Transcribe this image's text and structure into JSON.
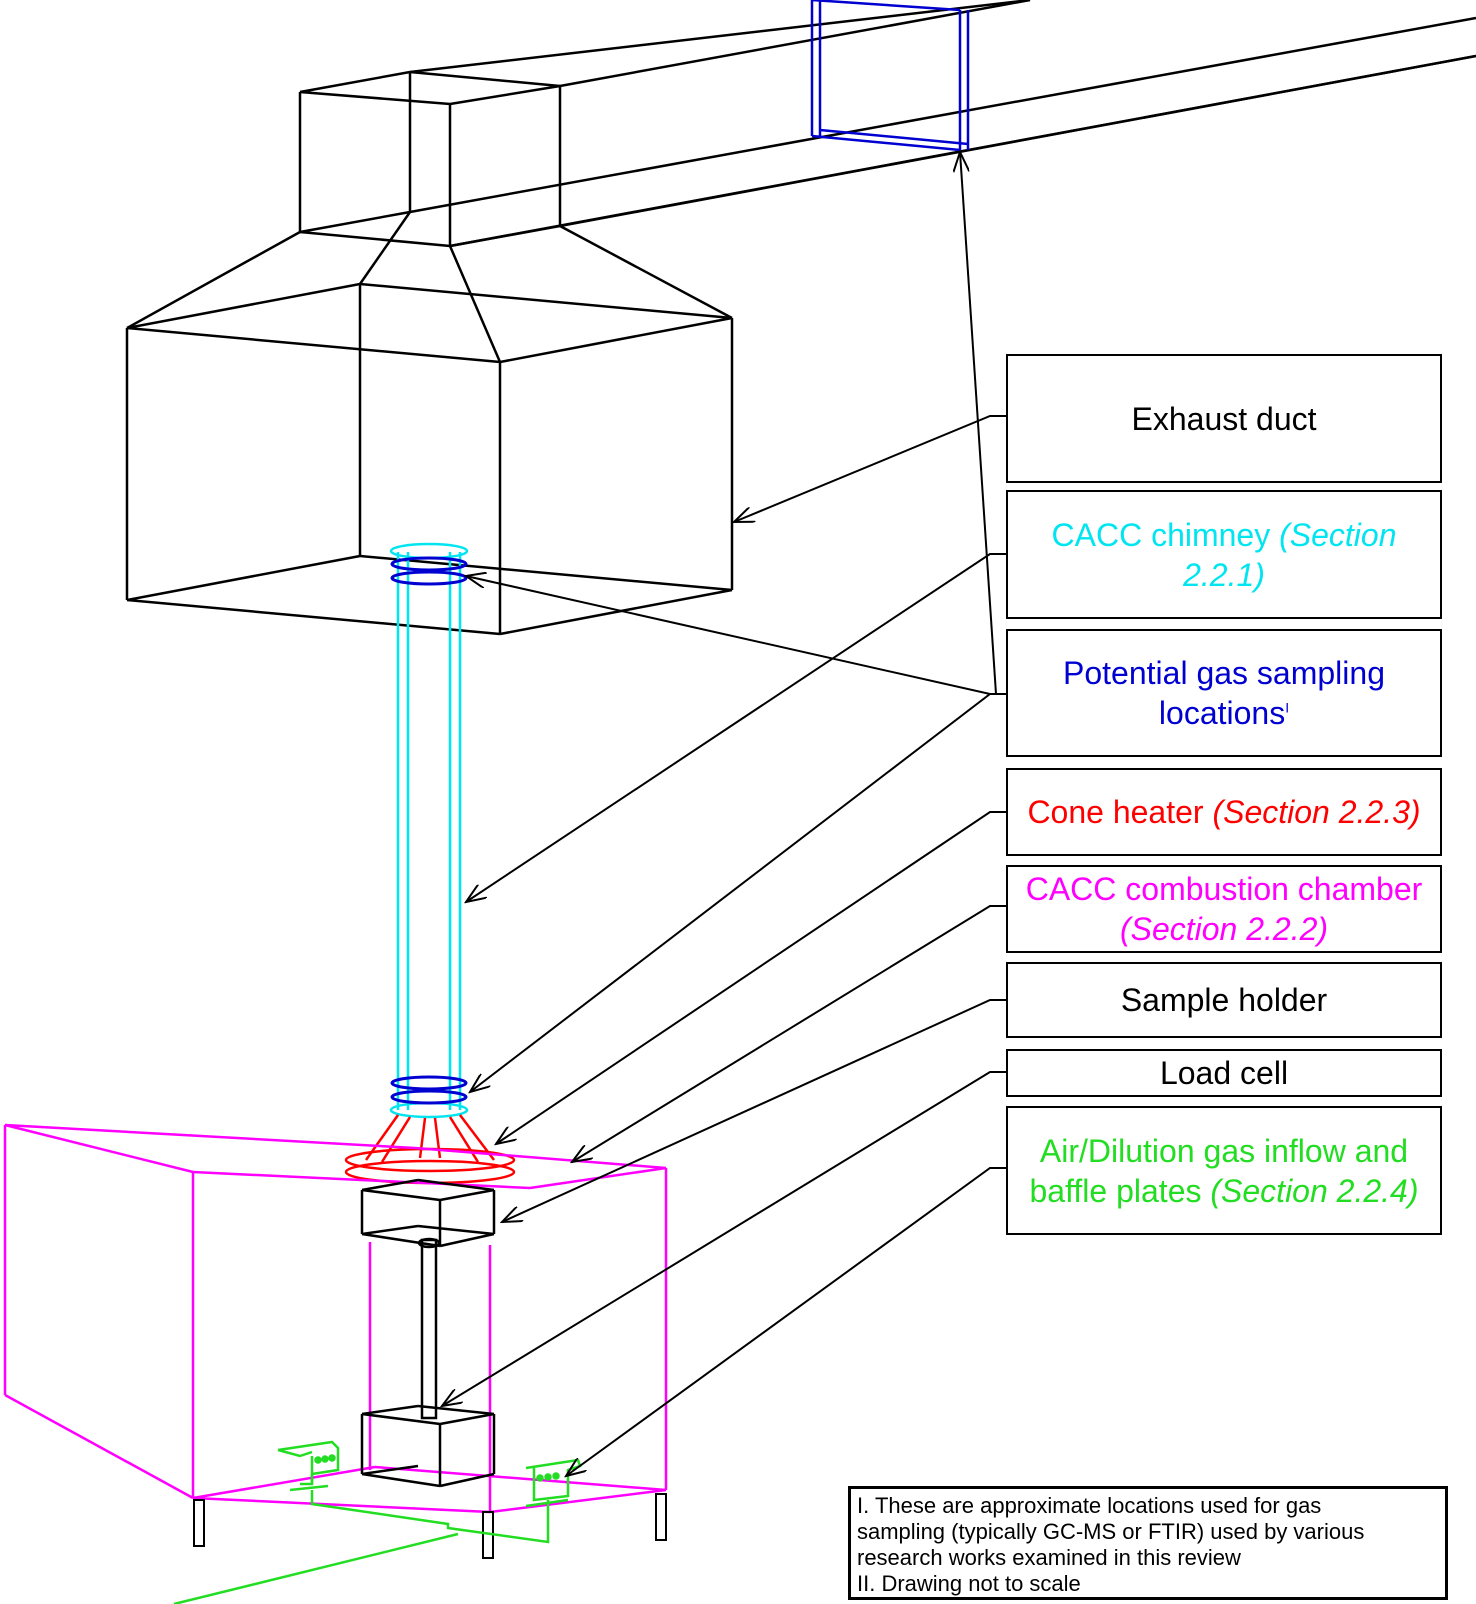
{
  "labels": {
    "exhaust_duct": {
      "text": "Exhaust duct",
      "section": "",
      "color": "#000000"
    },
    "cacc_chimney": {
      "text": "CACC chimney ",
      "section": "(Section 2.2.1)",
      "color": "#00e5f0"
    },
    "gas_sampling": {
      "text": "Potential gas sampling locations",
      "superscript": "I",
      "section": "",
      "color": "#0000d0"
    },
    "cone_heater": {
      "text": "Cone heater ",
      "section": "(Section 2.2.3)",
      "color": "#ff0000"
    },
    "combustion_chamber": {
      "text": "CACC combustion chamber ",
      "section": "(Section 2.2.2)",
      "color": "#ff00ff"
    },
    "sample_holder": {
      "text": "Sample holder",
      "section": "",
      "color": "#000000"
    },
    "load_cell": {
      "text": "Load cell",
      "section": "",
      "color": "#000000"
    },
    "air_inflow": {
      "text": "Air/Dilution gas inflow and baffle plates ",
      "section": "(Section 2.2.4)",
      "color": "#22dd22"
    }
  },
  "notes": {
    "line1": "I. These are approximate locations used for gas",
    "line2": "sampling (typically GC-MS or FTIR) used by various",
    "line3": "research works examined in this review",
    "line4": "II. Drawing not to scale"
  },
  "colors": {
    "structure": "#000000",
    "chimney": "#00e5f0",
    "sampling": "#0000d0",
    "heater": "#ff0000",
    "chamber": "#ff00ff",
    "baffle": "#22dd22"
  }
}
